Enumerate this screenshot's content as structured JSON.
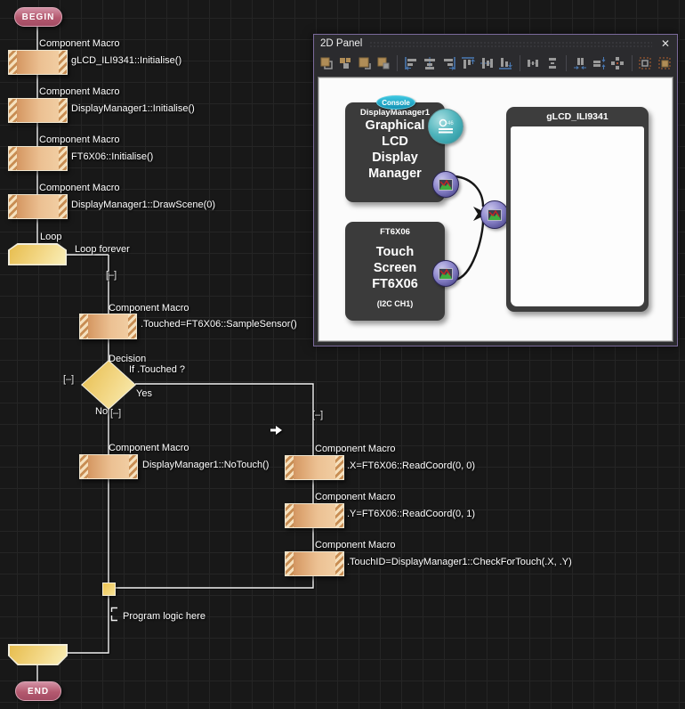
{
  "flowchart": {
    "begin_label": "BEGIN",
    "end_label": "END",
    "collapse_glyph": "[–]",
    "init_macros": [
      {
        "type_label": "Component Macro",
        "text": "gLCD_ILI9341::Initialise()"
      },
      {
        "type_label": "Component Macro",
        "text": "DisplayManager1::Initialise()"
      },
      {
        "type_label": "Component Macro",
        "text": "FT6X06::Initialise()"
      },
      {
        "type_label": "Component Macro",
        "text": "DisplayManager1::DrawScene(0)"
      }
    ],
    "loop": {
      "type_label": "Loop",
      "text": "Loop forever"
    },
    "sample_macro": {
      "type_label": "Component Macro",
      "text": ".Touched=FT6X06::SampleSensor()"
    },
    "decision": {
      "type_label": "Decision",
      "text": "If  .Touched ?",
      "yes_label": "Yes",
      "no_label": "No"
    },
    "no_macro": {
      "type_label": "Component Macro",
      "text": "DisplayManager1::NoTouch()"
    },
    "yes_macros": [
      {
        "type_label": "Component Macro",
        "text": ".X=FT6X06::ReadCoord(0, 0)"
      },
      {
        "type_label": "Component Macro",
        "text": ".Y=FT6X06::ReadCoord(0, 1)"
      },
      {
        "type_label": "Component Macro",
        "text": ".TouchID=DisplayManager1::CheckForTouch(.X, .Y)"
      }
    ],
    "comment_text": "Program logic here"
  },
  "panel": {
    "title": "2D Panel",
    "close_glyph": "✕",
    "toolbar_icons": [
      "bring-to-front",
      "send-to-back",
      "bring-forward",
      "send-backward",
      "align-left",
      "align-center",
      "align-right",
      "align-top",
      "align-middle",
      "align-bottom",
      "distribute-horizontal",
      "distribute-vertical",
      "compress-horizontal",
      "compress-vertical",
      "center-on-panel",
      "selection-outline",
      "selection-filled"
    ],
    "display_manager": {
      "badge": "Console",
      "name": "DisplayManager1",
      "line1": "Graphical",
      "line2": "LCD",
      "line3": "Display",
      "line4": "Manager"
    },
    "touch_screen": {
      "name": "FT6X06",
      "line1": "Touch",
      "line2": "Screen",
      "line3": "FT6X06",
      "subtitle": "(I2C CH1)"
    },
    "lcd": {
      "name": "gLCD_ILI9341"
    }
  },
  "colors": {
    "background": "#181818",
    "grid_line": "#252525",
    "macro_fill": "#e8bd8d",
    "loop_fill": "#f2d773",
    "terminal_fill": "#b4596f",
    "panel_border": "#7b6a9b",
    "connector_purple": "#6f68b5",
    "console_teal": "#21a9c0",
    "canvas_white": "#fdfdfd"
  }
}
